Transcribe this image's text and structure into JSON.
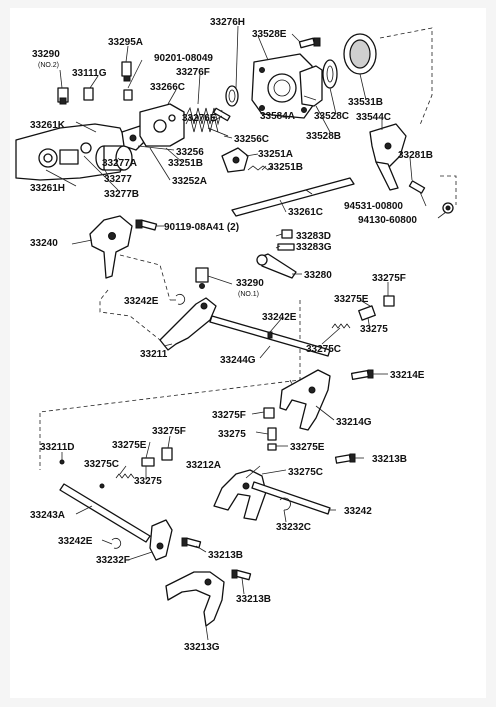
{
  "labels": [
    {
      "text": "33276H"
    },
    {
      "text": "33528E"
    },
    {
      "text": "33290"
    },
    {
      "text": "(NO.2)"
    },
    {
      "text": "33295A"
    },
    {
      "text": "90201-08049"
    },
    {
      "text": "33111G"
    },
    {
      "text": "33276F"
    },
    {
      "text": "33266C"
    },
    {
      "text": "33584A"
    },
    {
      "text": "33528C"
    },
    {
      "text": "33531B"
    },
    {
      "text": "33544C"
    },
    {
      "text": "33261K"
    },
    {
      "text": "33276E"
    },
    {
      "text": "33256C"
    },
    {
      "text": "33528B"
    },
    {
      "text": "33256"
    },
    {
      "text": "33251A"
    },
    {
      "text": "33281B"
    },
    {
      "text": "33277A"
    },
    {
      "text": "33251B"
    },
    {
      "text": "33251B"
    },
    {
      "text": "33277"
    },
    {
      "text": "33252A"
    },
    {
      "text": "33261H"
    },
    {
      "text": "33277B"
    },
    {
      "text": "94531-00800"
    },
    {
      "text": "33261C"
    },
    {
      "text": "94130-60800"
    },
    {
      "text": "90119-08A41 (2)"
    },
    {
      "text": "33240"
    },
    {
      "text": "33283D"
    },
    {
      "text": "33283G"
    },
    {
      "text": "33280"
    },
    {
      "text": "33275F"
    },
    {
      "text": "33290"
    },
    {
      "text": "(NO.1)"
    },
    {
      "text": "33242E"
    },
    {
      "text": "33275E"
    },
    {
      "text": "33242E"
    },
    {
      "text": "33275"
    },
    {
      "text": "33211"
    },
    {
      "text": "33275C"
    },
    {
      "text": "33244G"
    },
    {
      "text": "33214E"
    },
    {
      "text": "33275F"
    },
    {
      "text": "33214G"
    },
    {
      "text": "33275"
    },
    {
      "text": "33211D"
    },
    {
      "text": "33275E"
    },
    {
      "text": "33275F"
    },
    {
      "text": "33275E"
    },
    {
      "text": "33213B"
    },
    {
      "text": "33275C"
    },
    {
      "text": "33212A"
    },
    {
      "text": "33275C"
    },
    {
      "text": "33275"
    },
    {
      "text": "33243A"
    },
    {
      "text": "33242"
    },
    {
      "text": "33232C"
    },
    {
      "text": "33242E"
    },
    {
      "text": "33213B"
    },
    {
      "text": "33232F"
    },
    {
      "text": "33213B"
    },
    {
      "text": "33213G"
    }
  ]
}
